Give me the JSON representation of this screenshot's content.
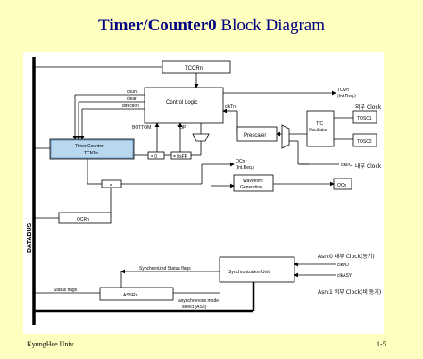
{
  "title": {
    "bold": "Timer/Counter0",
    "rest": " Block Diagram"
  },
  "footer": {
    "left": "KyungHee Univ.",
    "right": "1-5"
  },
  "colors": {
    "background": "#ffffc0",
    "title": "#000080",
    "tcnt_fill": "#b8d8f0",
    "bus": "#000000"
  },
  "diagram": {
    "databus": "DATABUS",
    "tccr": "TCCRn",
    "control_logic": "Control Logic",
    "signals": {
      "count": "count",
      "clear": "clear",
      "direction": "direction",
      "bottom": "BOTTOM",
      "top": "TOP"
    },
    "timer_counter": "Timer/Counter",
    "tcnt": "TCNTn",
    "eq0": "= 0",
    "eqff": "= 0xFF",
    "eq": "=",
    "ocr": "OCRn",
    "prescaler": "Prescaler",
    "oscillator_1": "T/C",
    "oscillator_2": "Oscillator",
    "tosc1": "TOSC1",
    "tosc2": "TOSC2",
    "tov_1": "TOVn",
    "tov_2": "(Int.Req.)",
    "oc_int_1": "OCn",
    "oc_int_2": "(Int.Req.)",
    "waveform_1": "Waveform",
    "waveform_2": "Generation",
    "ocn_pin": "OCn",
    "clk_t": "clkTn",
    "clk_io": "clkI/O",
    "sync_flags": "Synchronized Status flags",
    "sync_unit": "Synchronization Unit",
    "status_flags": "Status flags",
    "assr": "ASSRn",
    "async_1": "asynchronous mode",
    "async_2": "select (ASn)",
    "clk_io_2": "clkI/O",
    "clk_asy": "clkASY",
    "note_ext_clock": "외부 Clock",
    "note_int_clock": "내부 Clock",
    "note_asn0": "Asn:0 내부 Clock(동기)",
    "note_asn1": "Asn:1 외부 Clock(비 동기)"
  }
}
